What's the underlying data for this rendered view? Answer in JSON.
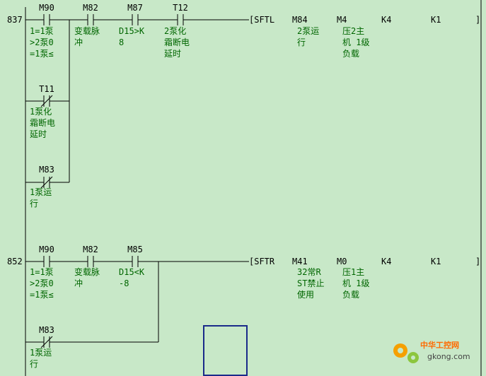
{
  "rung1": {
    "step": "837",
    "contacts": [
      {
        "name": "M90",
        "comment": "1=1泵\n>2泵0\n=1泵≤"
      },
      {
        "name": "M82",
        "comment": "变载脉\n冲"
      },
      {
        "name": "M87",
        "comment": "D15>K\n8"
      },
      {
        "name": "T12",
        "comment": "2泵化\n霜断电\n延时"
      },
      {
        "name": "T11",
        "comment": "1泵化\n霜断电\n延时"
      },
      {
        "name": "M83",
        "comment": "1泵运\n行"
      }
    ],
    "instruction": {
      "op": "[SFTL",
      "operands": [
        {
          "name": "M84",
          "comment": "2泵运\n行"
        },
        {
          "name": "M4",
          "comment": "压2主\n机 1级\n负载"
        },
        {
          "name": "K4",
          "comment": ""
        },
        {
          "name": "K1",
          "comment": ""
        }
      ],
      "close": "]"
    }
  },
  "rung2": {
    "step": "852",
    "contacts": [
      {
        "name": "M90",
        "comment": "1=1泵\n>2泵0\n=1泵≤"
      },
      {
        "name": "M82",
        "comment": "变载脉\n冲"
      },
      {
        "name": "M85",
        "comment": "D15<K\n-8"
      },
      {
        "name": "M83",
        "comment": "1泵运\n行"
      }
    ],
    "instruction": {
      "op": "[SFTR",
      "operands": [
        {
          "name": "M41",
          "comment": "32常R\nST禁止\n使用"
        },
        {
          "name": "M0",
          "comment": "压1主\n机 1级\n负载"
        },
        {
          "name": "K4",
          "comment": ""
        },
        {
          "name": "K1",
          "comment": ""
        }
      ],
      "close": "]"
    }
  },
  "watermark": {
    "cn": "中华工控网",
    "en": "gkong.com"
  },
  "colors": {
    "background": "#c8e8c8",
    "comment": "#006600",
    "wire": "#000000",
    "cursor": "#1a2a8a"
  }
}
